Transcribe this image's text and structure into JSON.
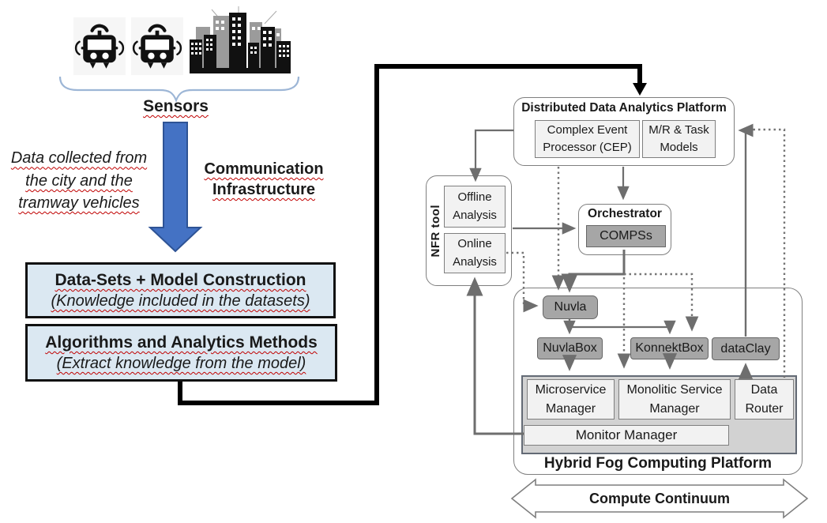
{
  "left": {
    "sensors_label": "Sensors",
    "collected": [
      "Data collected from",
      "the city and the",
      "tramway vehicles"
    ],
    "communication": "Communication Infrastructure",
    "box1": {
      "title": "Data-Sets + Model Construction",
      "subtitle": "(Knowledge included in the datasets)"
    },
    "box2": {
      "title": "Algorithms and Analytics Methods",
      "subtitle": "(Extract knowledge from the model)"
    }
  },
  "ddap": {
    "title": "Distributed Data Analytics Platform",
    "cep": "Complex Event Processor (CEP)",
    "mr": "M/R & Task Models"
  },
  "nfr": {
    "title": "NFR tool",
    "offline": "Offline Analysis",
    "online": "Online Analysis"
  },
  "orchestrator": {
    "title": "Orchestrator",
    "compss": "COMPSs"
  },
  "fog": {
    "title": "Hybrid Fog Computing Platform",
    "nuvla": "Nuvla",
    "nuvlabox": "NuvlaBox",
    "konnektbox": "KonnektBox",
    "dataclay": "dataClay",
    "microservice": "Microservice Manager",
    "monolitic": "Monolitic Service Manager",
    "router": "Data Router",
    "monitor": "Monitor Manager"
  },
  "continuum": {
    "label": "Compute Continuum"
  },
  "icons": {
    "tram": "tram-icon",
    "city": "city-skyline-icon",
    "brace": "sensors-brace"
  },
  "colors": {
    "accent_blue": "#4472c4",
    "box_blue": "#dbe8f2",
    "dark_gray": "#a6a6a6",
    "light_gray": "#f2f2f2",
    "line_gray": "#6e6e6e",
    "squiggle_red": "#c00000"
  }
}
